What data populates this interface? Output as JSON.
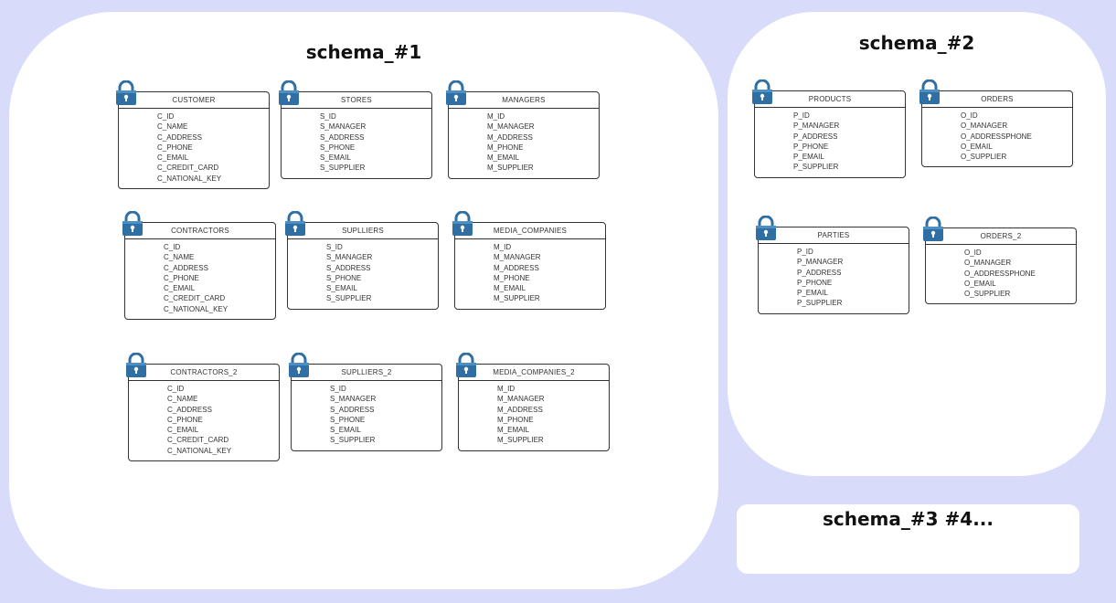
{
  "schemas": [
    {
      "title": "schema_#1"
    },
    {
      "title": "schema_#2"
    },
    {
      "title": "schema_#3 #4..."
    }
  ],
  "tables": [
    {
      "name": "CUSTOMER",
      "fields": [
        "C_ID",
        "C_NAME",
        "C_ADDRESS",
        "C_PHONE",
        "C_EMAIL",
        "C_CREDIT_CARD",
        "C_NATIONAL_KEY"
      ]
    },
    {
      "name": "STORES",
      "fields": [
        "S_ID",
        "S_MANAGER",
        "S_ADDRESS",
        "S_PHONE",
        "S_EMAIL",
        "S_SUPPLIER"
      ]
    },
    {
      "name": "MANAGERS",
      "fields": [
        "M_ID",
        "M_MANAGER",
        "M_ADDRESS",
        "M_PHONE",
        "M_EMAIL",
        "M_SUPPLIER"
      ]
    },
    {
      "name": "CONTRACTORS",
      "fields": [
        "C_ID",
        "C_NAME",
        "C_ADDRESS",
        "C_PHONE",
        "C_EMAIL",
        "C_CREDIT_CARD",
        "C_NATIONAL_KEY"
      ]
    },
    {
      "name": "SUPLLIERS",
      "fields": [
        "S_ID",
        "S_MANAGER",
        "S_ADDRESS",
        "S_PHONE",
        "S_EMAIL",
        "S_SUPPLIER"
      ]
    },
    {
      "name": "MEDIA_COMPANIES",
      "fields": [
        "M_ID",
        "M_MANAGER",
        "M_ADDRESS",
        "M_PHONE",
        "M_EMAIL",
        "M_SUPPLIER"
      ]
    },
    {
      "name": "CONTRACTORS_2",
      "fields": [
        "C_ID",
        "C_NAME",
        "C_ADDRESS",
        "C_PHONE",
        "C_EMAIL",
        "C_CREDIT_CARD",
        "C_NATIONAL_KEY"
      ]
    },
    {
      "name": "SUPLLIERS_2",
      "fields": [
        "S_ID",
        "S_MANAGER",
        "S_ADDRESS",
        "S_PHONE",
        "S_EMAIL",
        "S_SUPPLIER"
      ]
    },
    {
      "name": "MEDIA_COMPANIES_2",
      "fields": [
        "M_ID",
        "M_MANAGER",
        "M_ADDRESS",
        "M_PHONE",
        "M_EMAIL",
        "M_SUPPLIER"
      ]
    },
    {
      "name": "PRODUCTS",
      "fields": [
        "P_ID",
        "P_MANAGER",
        "P_ADDRESS",
        "P_PHONE",
        "P_EMAIL",
        "P_SUPPLIER"
      ]
    },
    {
      "name": "ORDERS",
      "fields": [
        "O_ID",
        "O_MANAGER",
        "O_ADDRESSPHONE",
        "O_EMAIL",
        "O_SUPPLIER"
      ]
    },
    {
      "name": "PARTIES",
      "fields": [
        "P_ID",
        "P_MANAGER",
        "P_ADDRESS",
        "P_PHONE",
        "P_EMAIL",
        "P_SUPPLIER"
      ]
    },
    {
      "name": "ORDERS_2",
      "fields": [
        "O_ID",
        "O_MANAGER",
        "O_ADDRESSPHONE",
        "O_EMAIL",
        "O_SUPPLIER"
      ]
    }
  ],
  "icons": {
    "lock": "lock-icon"
  },
  "colors": {
    "background": "#d8dcfa",
    "panel": "#ffffff",
    "lock": "#2f6fa3"
  }
}
